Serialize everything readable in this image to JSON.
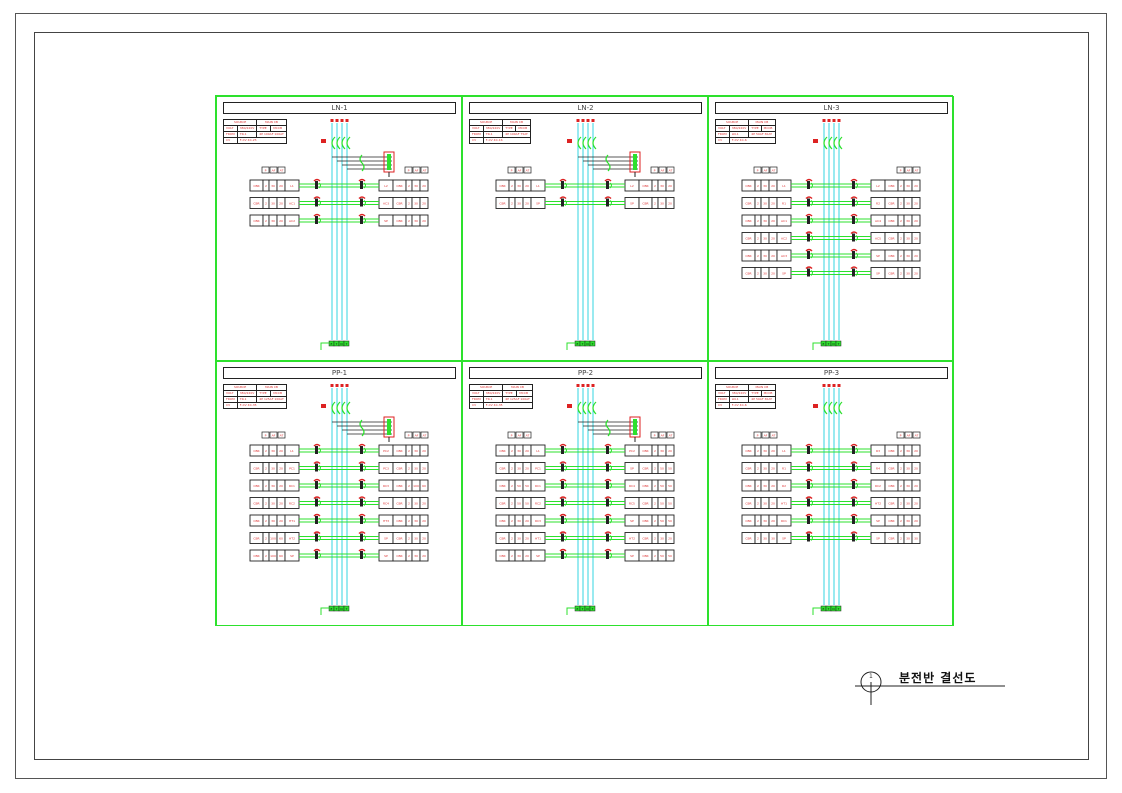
{
  "drawing": {
    "caption_number": "1",
    "caption_title": "분전반 결선도"
  },
  "colors": {
    "frame": "#2de12d",
    "bus": "#33d6e0",
    "feeder": "#2de12d",
    "breaker": "#d22",
    "text_red": "#dd3333"
  },
  "info_labels": {
    "source": "SOURCE",
    "main_cb": "MAIN CB",
    "volt": "VOLT",
    "type": "TYPE",
    "from": "FROM",
    "cv": "CV"
  },
  "bus_labels": [
    "R",
    "S",
    "T",
    "N"
  ],
  "ground_labels": [
    "E",
    "T",
    "N",
    "T"
  ],
  "column_headers": [
    "P",
    "AF",
    "AT"
  ],
  "panels": [
    {
      "title": "LN-1",
      "volt": "380/220V",
      "type": "MCCB",
      "from": "TR-1",
      "breaker": "4P 100AF 100AT",
      "cable": "F-CV 4C-25",
      "spd": true,
      "left_rows": [
        [
          "CBR",
          "2",
          "30",
          "20",
          "L1"
        ],
        [
          "CBR",
          "2",
          "30",
          "20",
          "AC1"
        ],
        [
          "CBR",
          "2",
          "30",
          "20",
          "AC2"
        ]
      ],
      "right_rows": [
        [
          "L2",
          "CBR",
          "2",
          "30",
          "20"
        ],
        [
          "AC3",
          "CBR",
          "2",
          "30",
          "20"
        ],
        [
          "SP",
          "CBR",
          "2",
          "30",
          "20"
        ]
      ]
    },
    {
      "title": "LN-2",
      "volt": "380/220V",
      "type": "MCCB",
      "from": "TR-1",
      "breaker": "4P 100AF 75AT",
      "cable": "F-CV 4C-16",
      "spd": true,
      "left_rows": [
        [
          "CBR",
          "2",
          "30",
          "20",
          "L1"
        ],
        [
          "CBR",
          "2",
          "30",
          "20",
          "SP"
        ]
      ],
      "right_rows": [
        [
          "L2",
          "CBR",
          "2",
          "30",
          "20"
        ],
        [
          "SP",
          "CBR",
          "2",
          "30",
          "20"
        ]
      ]
    },
    {
      "title": "LN-3",
      "volt": "380/220V",
      "type": "MCCB",
      "from": "LN-1",
      "breaker": "4P 50AF 30AT",
      "cable": "F-CV 4C-6",
      "spd": false,
      "left_rows": [
        [
          "CBR",
          "2",
          "30",
          "20",
          "L1"
        ],
        [
          "CBR",
          "2",
          "30",
          "20",
          "R1"
        ],
        [
          "CBR",
          "2",
          "30",
          "20",
          "AC1"
        ],
        [
          "CBR",
          "2",
          "30",
          "20",
          "AC2"
        ],
        [
          "CBR",
          "2",
          "30",
          "20",
          "AC3"
        ],
        [
          "CBR",
          "2",
          "30",
          "20",
          "SP"
        ]
      ],
      "right_rows": [
        [
          "L2",
          "CBR",
          "2",
          "30",
          "20"
        ],
        [
          "R2",
          "CBR",
          "2",
          "30",
          "20"
        ],
        [
          "AC4",
          "CBR",
          "2",
          "30",
          "20"
        ],
        [
          "AC5",
          "CBR",
          "2",
          "30",
          "20"
        ],
        [
          "SP",
          "CBR",
          "2",
          "30",
          "20"
        ],
        [
          "SP",
          "CBR",
          "2",
          "30",
          "20"
        ]
      ]
    },
    {
      "title": "PP-1",
      "volt": "380/220V",
      "type": "MCCB",
      "from": "TR-1",
      "breaker": "4P 125AF 100AT",
      "cable": "F-CV 4C-35",
      "spd": true,
      "left_rows": [
        [
          "CBR",
          "2",
          "30",
          "20",
          "L1"
        ],
        [
          "CBR",
          "2",
          "30",
          "20",
          "PC1"
        ],
        [
          "CBR",
          "2",
          "30",
          "20",
          "RC1"
        ],
        [
          "CBR",
          "2",
          "30",
          "20",
          "RC2"
        ],
        [
          "CBR",
          "2",
          "30",
          "20",
          "HT1"
        ],
        [
          "CBR",
          "2",
          "100",
          "60",
          "HT2"
        ],
        [
          "CBR",
          "2",
          "100",
          "60",
          "SP"
        ]
      ],
      "right_rows": [
        [
          "PC2",
          "CBR",
          "2",
          "30",
          "20"
        ],
        [
          "PC3",
          "CBR",
          "2",
          "30",
          "20"
        ],
        [
          "RC3",
          "CBR",
          "2",
          "100",
          "60"
        ],
        [
          "RC4",
          "CBR",
          "2",
          "30",
          "20"
        ],
        [
          "HT3",
          "CBR",
          "2",
          "30",
          "20"
        ],
        [
          "SP",
          "CBR",
          "2",
          "30",
          "20"
        ],
        [
          "SP",
          "CBR",
          "2",
          "30",
          "20"
        ]
      ]
    },
    {
      "title": "PP-2",
      "volt": "380/220V",
      "type": "MCCB",
      "from": "TR-1",
      "breaker": "4P 125AF 100AT",
      "cable": "F-CV 4C-35",
      "spd": true,
      "left_rows": [
        [
          "CBR",
          "2",
          "30",
          "20",
          "L1"
        ],
        [
          "CBR",
          "2",
          "30",
          "20",
          "PC1"
        ],
        [
          "CBR",
          "2",
          "50",
          "50",
          "RC1"
        ],
        [
          "CBR",
          "2",
          "50",
          "50",
          "RC2"
        ],
        [
          "CBR",
          "2",
          "30",
          "20",
          "RC3"
        ],
        [
          "CBR",
          "2",
          "30",
          "20",
          "HT1"
        ],
        [
          "CBR",
          "2",
          "30",
          "20",
          "SP"
        ]
      ],
      "right_rows": [
        [
          "PC2",
          "CBR",
          "2",
          "30",
          "20"
        ],
        [
          "SP",
          "CBR",
          "2",
          "50",
          "50"
        ],
        [
          "RC4",
          "CBR",
          "2",
          "50",
          "50"
        ],
        [
          "RC5",
          "CBR",
          "2",
          "50",
          "50"
        ],
        [
          "SP",
          "CBR",
          "2",
          "50",
          "50"
        ],
        [
          "HT2",
          "CBR",
          "2",
          "30",
          "20"
        ],
        [
          "SP",
          "CBR",
          "2",
          "50",
          "50"
        ]
      ]
    },
    {
      "title": "PP-3",
      "volt": "380/220V",
      "type": "MCCB",
      "from": "LN-1",
      "breaker": "4P 50AF 30AT",
      "cable": "F-CV 4C-6",
      "spd": false,
      "left_rows": [
        [
          "CBR",
          "2",
          "30",
          "20",
          "L1"
        ],
        [
          "CBR",
          "2",
          "30",
          "20",
          "R1"
        ],
        [
          "CBR",
          "2",
          "30",
          "20",
          "R2"
        ],
        [
          "CBR",
          "2",
          "30",
          "20",
          "HT1"
        ],
        [
          "CBR",
          "2",
          "30",
          "20",
          "RC1"
        ],
        [
          "CBR",
          "2",
          "30",
          "30",
          "SP"
        ]
      ],
      "right_rows": [
        [
          "R3",
          "CBR",
          "2",
          "30",
          "20"
        ],
        [
          "R4",
          "CBR",
          "2",
          "30",
          "20"
        ],
        [
          "RC2",
          "CBR",
          "2",
          "30",
          "20"
        ],
        [
          "HT2",
          "CBR",
          "2",
          "30",
          "20"
        ],
        [
          "SP",
          "CBR",
          "2",
          "30",
          "20"
        ],
        [
          "SP",
          "CBR",
          "2",
          "30",
          "30"
        ]
      ]
    }
  ]
}
